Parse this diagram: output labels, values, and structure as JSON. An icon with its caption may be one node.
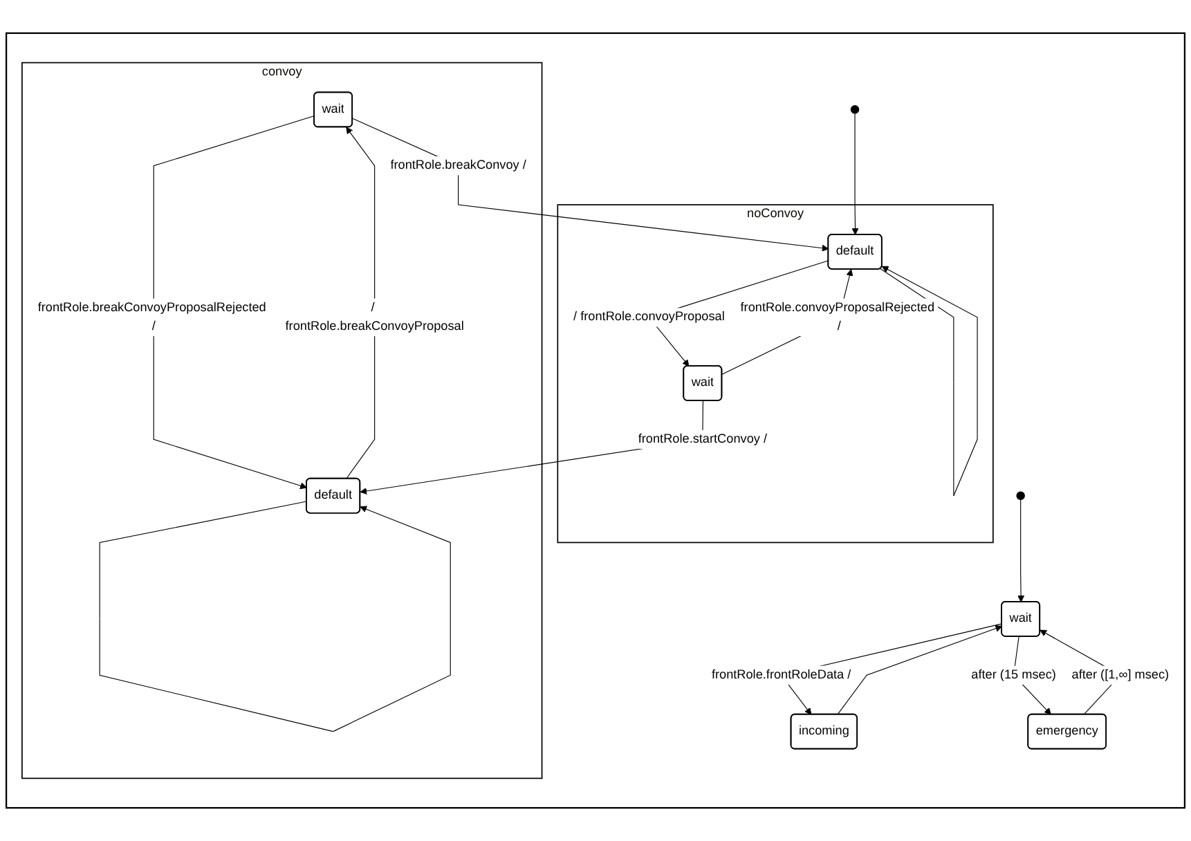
{
  "diagram": {
    "nodes": [
      {
        "text": [],
        "shape": "box"
      },
      {
        "text": [],
        "shape": "circle",
        "in": 0
      },
      {
        "text": [
          "noConvoy"
        ],
        "in": 0
      },
      {
        "text": [
          "default"
        ],
        "in": 2
      },
      {
        "text": [
          "wait"
        ],
        "in": 2
      },
      {
        "text": [
          "convoy"
        ],
        "in": 0
      },
      {
        "text": [
          "wait"
        ],
        "in": 5
      },
      {
        "text": [
          "default"
        ],
        "in": 5
      },
      {
        "text": [],
        "shape": "circle",
        "in": 0
      },
      {
        "text": [
          "incoming"
        ],
        "in": 0
      },
      {
        "text": [
          "wait"
        ],
        "in": 0
      },
      {
        "text": [
          "emergency"
        ],
        "in": 0
      }
    ],
    "edges": [
      {
        "from": 1,
        "to": 3,
        "arrow": "to"
      },
      {
        "from": 3,
        "to": 3,
        "arrow": "to"
      },
      {
        "from": 4,
        "to": 3,
        "arrow": "to",
        "label": "frontRole.convoyProposalRejected /"
      },
      {
        "from": 3,
        "to": 4,
        "arrow": "to",
        "label": "/ frontRole.convoyProposal"
      },
      {
        "from": 4,
        "to": 7,
        "arrow": "to",
        "label": "frontRole.startConvoy /"
      },
      {
        "from": 6,
        "to": 3,
        "arrow": "to",
        "label": "frontRole.breakConvoy /"
      },
      {
        "from": 7,
        "to": 6,
        "arrow": "to",
        "label": "/ frontRole.breakConvoyProposal"
      },
      {
        "from": 6,
        "to": 7,
        "arrow": "to",
        "label": "frontRole.breakConvoyProposalRejected /"
      },
      {
        "from": 7,
        "to": 7,
        "arrow": "to"
      },
      {
        "from": 8,
        "to": 10,
        "arrow": "to"
      },
      {
        "from": 9,
        "to": 10,
        "arrow": "to"
      },
      {
        "from": 10,
        "to": 9,
        "arrow": "to",
        "label": "frontRole.frontRoleData /"
      },
      {
        "from": 11,
        "to": 10,
        "arrow": "to",
        "label": "after ([1,∞] msec)"
      },
      {
        "from": 10,
        "to": 11,
        "arrow": "to",
        "label": "after (15 msec)"
      }
    ]
  }
}
